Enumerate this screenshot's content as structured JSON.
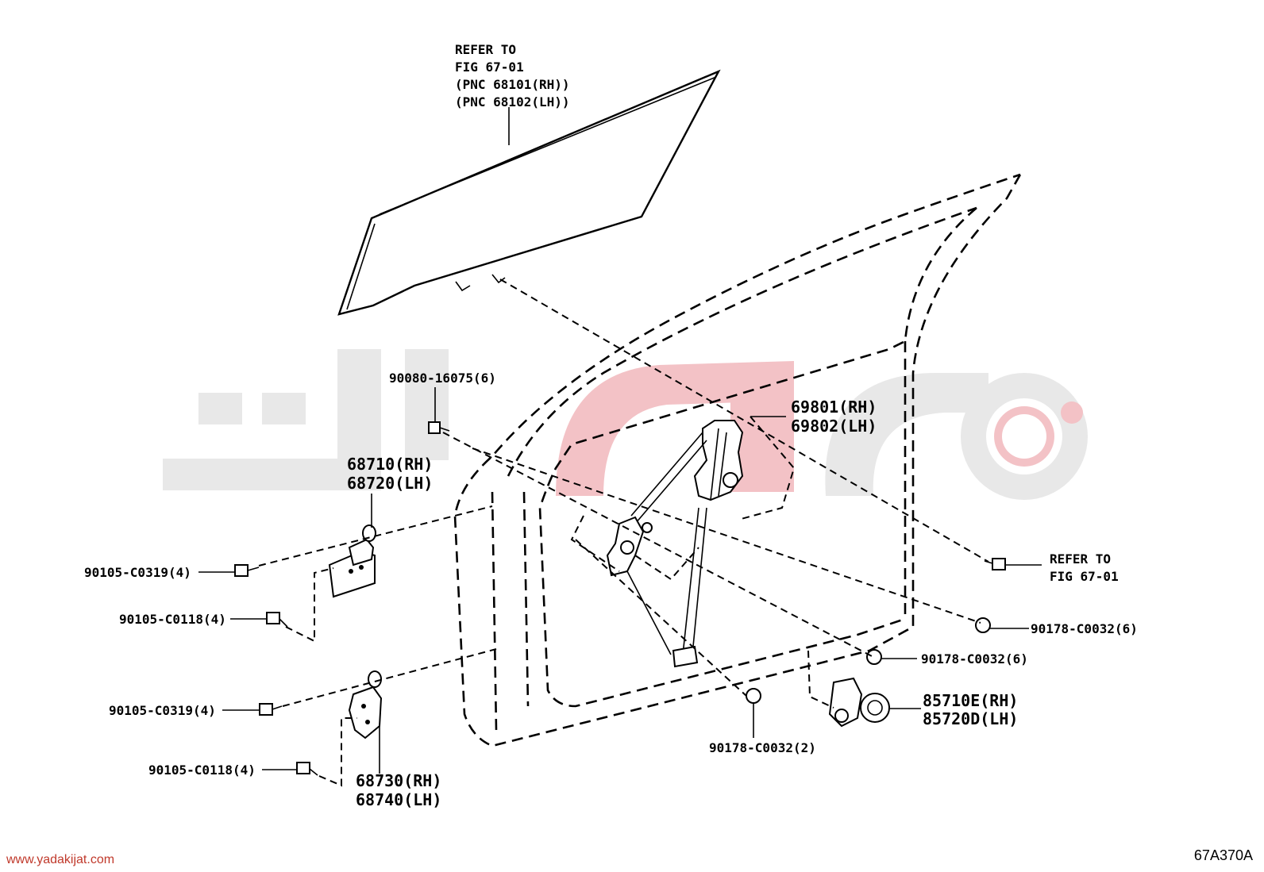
{
  "window": {
    "refer_top": [
      "REFER TO",
      "FIG 67-01",
      "(PNC 68101(RH))",
      "(PNC 68102(LH))"
    ],
    "refer_right": [
      "REFER TO",
      "FIG 67-01"
    ]
  },
  "labels": {
    "bolt_90080": "90080-16075(6)",
    "hinge_upper": [
      "68710(RH)",
      "68720(LH)"
    ],
    "regulator": [
      "69801(RH)",
      "69802(LH)"
    ],
    "bolt_c0319_a": "90105-C0319(4)",
    "bolt_c0118_a": "90105-C0118(4)",
    "bolt_c0319_b": "90105-C0319(4)",
    "bolt_c0118_b": "90105-C0118(4)",
    "hinge_lower": [
      "68730(RH)",
      "68740(LH)"
    ],
    "nut_6_right": "90178-C0032(6)",
    "nut_6_mid": "90178-C0032(6)",
    "nut_2": "90178-C0032(2)",
    "motor": [
      "85710E(RH)",
      "85720D(LH)"
    ]
  },
  "footer": {
    "website": "www.yadakijat.com",
    "code": "67A370A"
  }
}
